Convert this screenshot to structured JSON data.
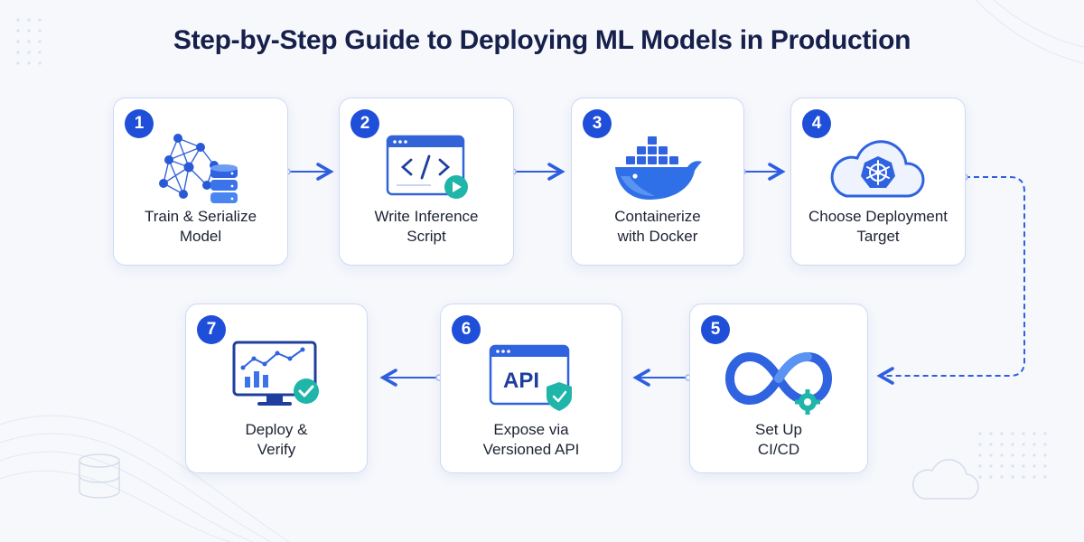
{
  "title": "Step-by-Step Guide to Deploying ML Models in Production",
  "colors": {
    "accent": "#1f4fd8",
    "accent_light": "#3b82f6",
    "check": "#1fb5a8",
    "title": "#16204a"
  },
  "steps": [
    {
      "number": "1",
      "label_line1": "Train & Serialize",
      "label_line2": "Model",
      "icon": "neural-network-database-icon"
    },
    {
      "number": "2",
      "label_line1": "Write Inference",
      "label_line2": "Script",
      "icon": "code-window-icon"
    },
    {
      "number": "3",
      "label_line1": "Containerize",
      "label_line2": "with Docker",
      "icon": "docker-whale-icon"
    },
    {
      "number": "4",
      "label_line1": "Choose Deployment",
      "label_line2": "Target",
      "icon": "kubernetes-cloud-icon"
    },
    {
      "number": "5",
      "label_line1": "Set Up",
      "label_line2": "CI/CD",
      "icon": "infinity-gear-icon"
    },
    {
      "number": "6",
      "label_line1": "Expose via",
      "label_line2": "Versioned API",
      "icon": "api-window-icon"
    },
    {
      "number": "7",
      "label_line1": "Deploy &",
      "label_line2": "Verify",
      "icon": "monitor-chart-check-icon"
    }
  ],
  "api_icon_text": "API"
}
